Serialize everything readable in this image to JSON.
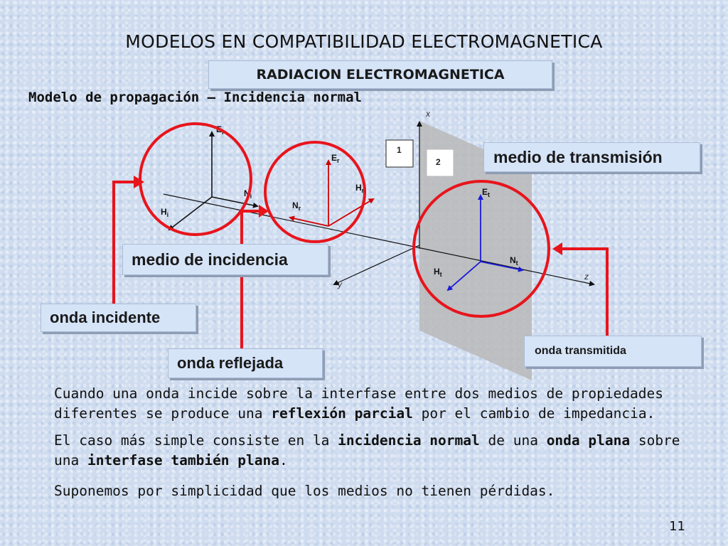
{
  "title": "MODELOS EN COMPATIBILIDAD ELECTROMAGNETICA",
  "subtitle": "RADIACION ELECTROMAGNETICA",
  "section_title": "Modelo de propagación – Incidencia normal",
  "diagram": {
    "axis_x": "x",
    "axis_y": "y",
    "axis_z": "z",
    "medium1": "1",
    "medium2": "2",
    "Ei": {
      "base": "E",
      "sub": "i"
    },
    "Hi": {
      "base": "H",
      "sub": "i"
    },
    "Ni": {
      "base": "N",
      "sub": "i"
    },
    "Er": {
      "base": "E",
      "sub": "r"
    },
    "Hr": {
      "base": "H",
      "sub": "r"
    },
    "Nr": {
      "base": "N",
      "sub": "r"
    },
    "Et": {
      "base": "E",
      "sub": "t"
    },
    "Ht": {
      "base": "H",
      "sub": "t"
    },
    "Nt": {
      "base": "N",
      "sub": "t"
    }
  },
  "labels": {
    "transmission_medium": "medio de transmisión",
    "incidence_medium": "medio de incidencia",
    "incident_wave": "onda incidente",
    "reflected_wave": "onda reflejada",
    "transmitted_wave": "onda transmitida"
  },
  "paragraphs": {
    "p1": [
      "Cuando una onda incide sobre la interfase entre dos medios de propiedades diferentes se produce una ",
      "reflexión parcial",
      " por el cambio de impedancia."
    ],
    "p2": [
      "El caso más simple consiste en la ",
      "incidencia normal",
      " de una ",
      "onda plana",
      " sobre una ",
      "interfase también plana",
      "."
    ],
    "p3": "Suponemos por simplicidad que los medios no tienen pérdidas."
  },
  "page_number": "11",
  "colors": {
    "circles": "#e8141c",
    "vectors_incident": "#d00000",
    "vectors_transmitted": "#1a1ad8",
    "interface": "#b8b8b8"
  }
}
